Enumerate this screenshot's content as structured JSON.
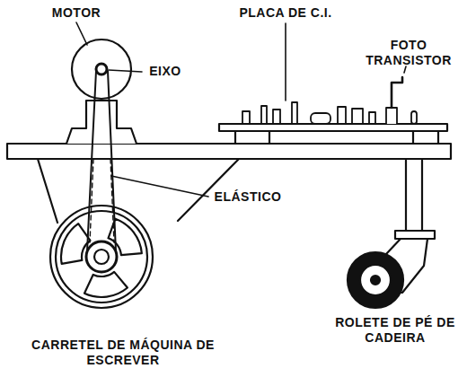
{
  "diagram": {
    "labels": [
      "MOTOR",
      "PLACA DE C.I.",
      "FOTO TRANSISTOR",
      "EIXO",
      "ELÁSTICO",
      "CARRETEL DE MÁQUINA DE ESCREVER",
      "ROLETE DE PÉ DE CADEIRA"
    ]
  }
}
